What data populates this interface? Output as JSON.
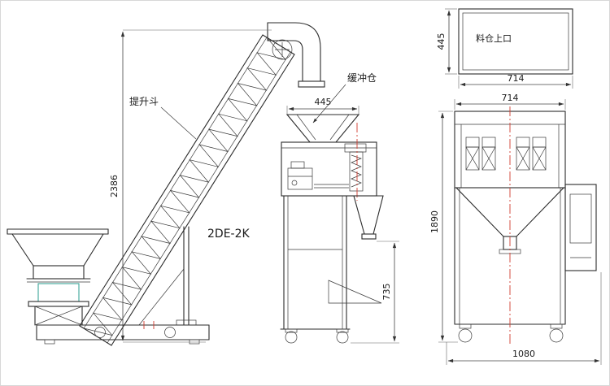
{
  "labels": {
    "lifting_bucket": "提升斗",
    "buffer_bin": "缓冲仓",
    "model": "2DE-2K",
    "silo_top_opening": "料仓上口"
  },
  "dimensions": {
    "elevator_height": "2386",
    "buffer_hopper_width": "445",
    "discharge_height": "735",
    "top_view_depth": "445",
    "top_view_width": "714",
    "front_top_width": "714",
    "front_height": "1890",
    "front_bottom_width": "1080"
  },
  "colors": {
    "line": "#2b2b2b",
    "centerline": "#d23a2e",
    "accent": "#2a9d8f"
  }
}
